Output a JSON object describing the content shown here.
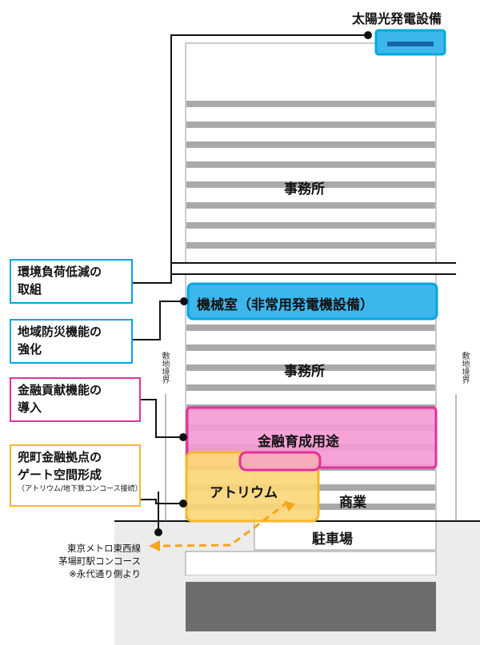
{
  "colors": {
    "cyan": "#00a7e1",
    "cyan_fill": "#3cb7ec",
    "magenta": "#e3319c",
    "magenta_fill": "#f59ad4",
    "yellow": "#f4b82c",
    "yellow_fill": "#fcd77a",
    "orange_arrow": "#f4a51c",
    "stripe": "#a9a9a9",
    "ground": "#ececec",
    "basement": "#6d6d6d"
  },
  "labels": {
    "solar": "太陽光発電設備",
    "office_upper": "事務所",
    "office_lower": "事務所",
    "machine_room": "機械室（非常用発電機設備）",
    "finance_use": "金融育成用途",
    "atrium": "アトリウム",
    "commerce": "商業",
    "parking": "駐車場",
    "boundary_left": "敷地境界",
    "boundary_right": "敷地境界"
  },
  "callouts": {
    "environment": {
      "line1": "環境負荷低減の",
      "line2": "取組"
    },
    "disaster": {
      "line1": "地域防災機能の",
      "line2": "強化"
    },
    "finance": {
      "line1": "金融貢献機能の",
      "line2": "導入"
    },
    "gate": {
      "line1": "兜町金融拠点の",
      "line2": "ゲート空間形成",
      "sub": "（アトリウム/地下鉄コンコース接続）"
    }
  },
  "station_note": {
    "line1": "東京メトロ東西線",
    "line2": "茅場町駅コンコース",
    "line3": "※永代通り側より"
  }
}
